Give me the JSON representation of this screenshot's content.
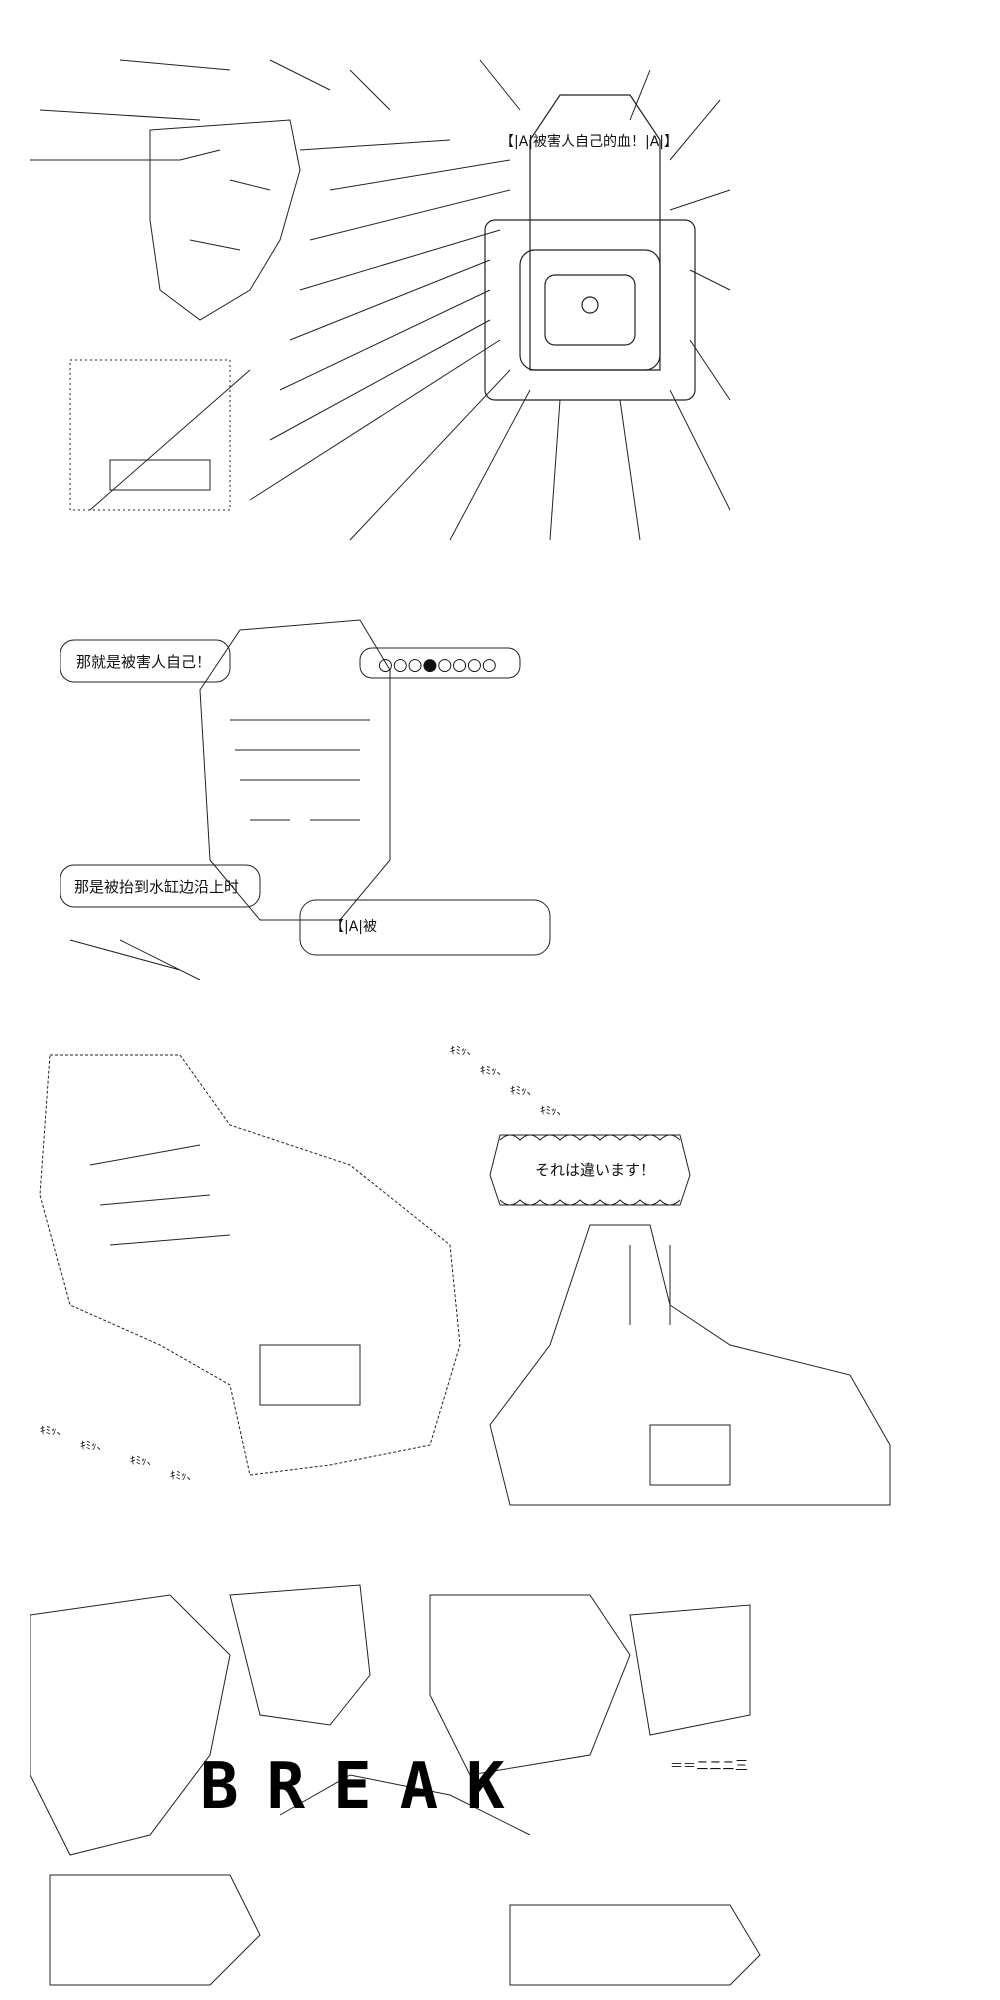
{
  "panel1": {
    "caption": "【|A|被害人自己的血！|A|】"
  },
  "panel2": {
    "dots_bubble": "○○○●○○○○",
    "bubble_left": "那就是被害人自己！",
    "bubble_bottom": "那是被抬到水缸边沿上时",
    "bubble_small": "【|A|被"
  },
  "panel3": {
    "bubble": "それは違います！",
    "kimi_marks": [
      "ｷﾐｯ、",
      "ｷﾐｯ、",
      "ｷﾐｯ、",
      "ｷﾐｯ、",
      "ｷﾐｯ、",
      "ｷﾐｯ、",
      "ｷﾐｯ、",
      "ｷﾐｯ、"
    ]
  },
  "panel4": {
    "break_text": "BREAK",
    "side_marks": "＝＝ニニニ三"
  }
}
